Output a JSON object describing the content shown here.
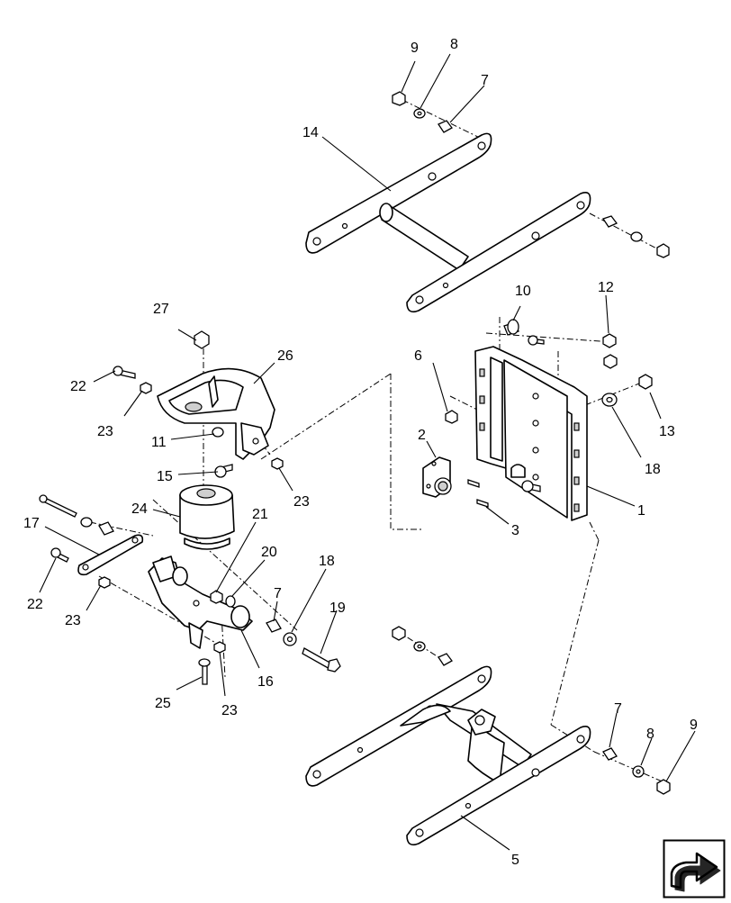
{
  "labels": {
    "l1": "1",
    "l2": "2",
    "l3": "3",
    "l5": "5",
    "l6": "6",
    "l7a": "7",
    "l7b": "7",
    "l7c": "7",
    "l8a": "8",
    "l8b": "8",
    "l9a": "9",
    "l9b": "9",
    "l10": "10",
    "l11": "11",
    "l12": "12",
    "l13": "13",
    "l14": "14",
    "l15": "15",
    "l16": "16",
    "l17": "17",
    "l18a": "18",
    "l18b": "18",
    "l19": "19",
    "l20": "20",
    "l21": "21",
    "l22a": "22",
    "l22b": "22",
    "l23a": "23",
    "l23b": "23",
    "l23c": "23",
    "l23d": "23",
    "l24": "24",
    "l25": "25",
    "l26": "26",
    "l27": "27"
  },
  "icons": {
    "nav": "next-page-arrow-icon"
  }
}
